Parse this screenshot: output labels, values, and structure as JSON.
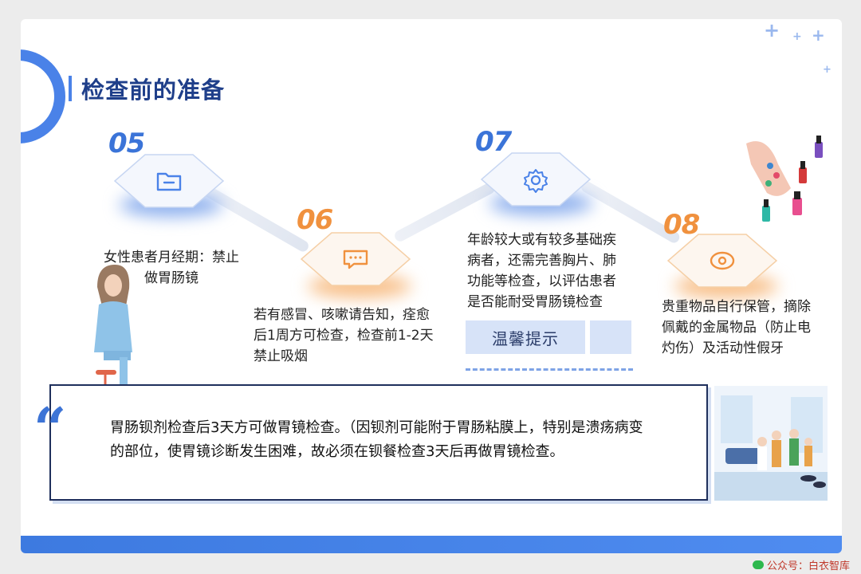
{
  "title": "检查前的准备",
  "steps": [
    {
      "number": "05",
      "icon": "folder-icon",
      "text": "女性患者月经期：禁止\n做胃肠镜"
    },
    {
      "number": "06",
      "icon": "chat-bubble-icon",
      "text": "若有感冒、咳嗽请告知，痊愈\n后1周方可检查，检查前1-2天\n禁止吸烟"
    },
    {
      "number": "07",
      "icon": "gear-icon",
      "text": "年龄较大或有较多基础疾\n病者，还需完善胸片、肺\n功能等检查，以评估患者\n是否能耐受胃肠镜检查"
    },
    {
      "number": "08",
      "icon": "eye-icon",
      "text": "贵重物品自行保管，摘除\n佩戴的金属物品（防止电\n灼伤）及活动性假牙"
    }
  ],
  "tip_label": "温馨提示",
  "quote_text": "胃肠钡剂检查后3天方可做胃镜检查。（因钡剂可能附于胃肠粘膜上，特别是溃疡病变的部位，使胃镜诊断发生困难，故必须在钡餐检查3天后再做胃镜检查。",
  "watermark": "公众号：白衣智库",
  "colors": {
    "blue_accent": "#4a82e8",
    "title": "#1f3f8a",
    "orange_accent": "#f0913e",
    "tip_bg": "#d7e3f8"
  }
}
